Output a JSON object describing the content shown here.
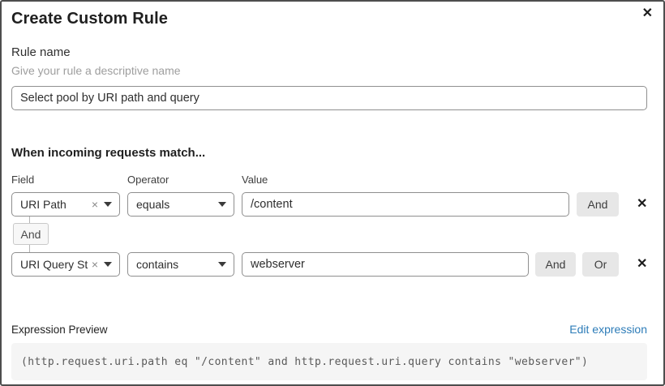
{
  "dialog": {
    "title": "Create Custom Rule",
    "close_icon": "✕"
  },
  "rule_name": {
    "label": "Rule name",
    "description": "Give your rule a descriptive name",
    "value": "Select pool by URI path and query"
  },
  "match_section": {
    "heading": "When incoming requests match...",
    "columns": {
      "field": "Field",
      "operator": "Operator",
      "value": "Value"
    },
    "rows": [
      {
        "field": "URI Path",
        "operator": "equals",
        "value": "/content"
      },
      {
        "field": "URI Query St...",
        "operator": "contains",
        "value": "webserver"
      }
    ],
    "connector_label": "And",
    "and_button": "And",
    "or_button": "Or",
    "clear_icon": "×",
    "remove_icon": "✕"
  },
  "expression": {
    "label": "Expression Preview",
    "edit_link": "Edit expression",
    "code": "(http.request.uri.path eq \"/content\" and http.request.uri.query contains \"webserver\")"
  },
  "colors": {
    "dialog_border": "#4e4e4e",
    "input_border": "#8f8f8f",
    "button_bg": "#e7e7e7",
    "badge_bg": "#f7f7f7",
    "code_bg": "#f5f5f5",
    "code_text": "#5a5a5a",
    "link": "#2d7cb8",
    "muted_text": "#9e9e9e"
  }
}
